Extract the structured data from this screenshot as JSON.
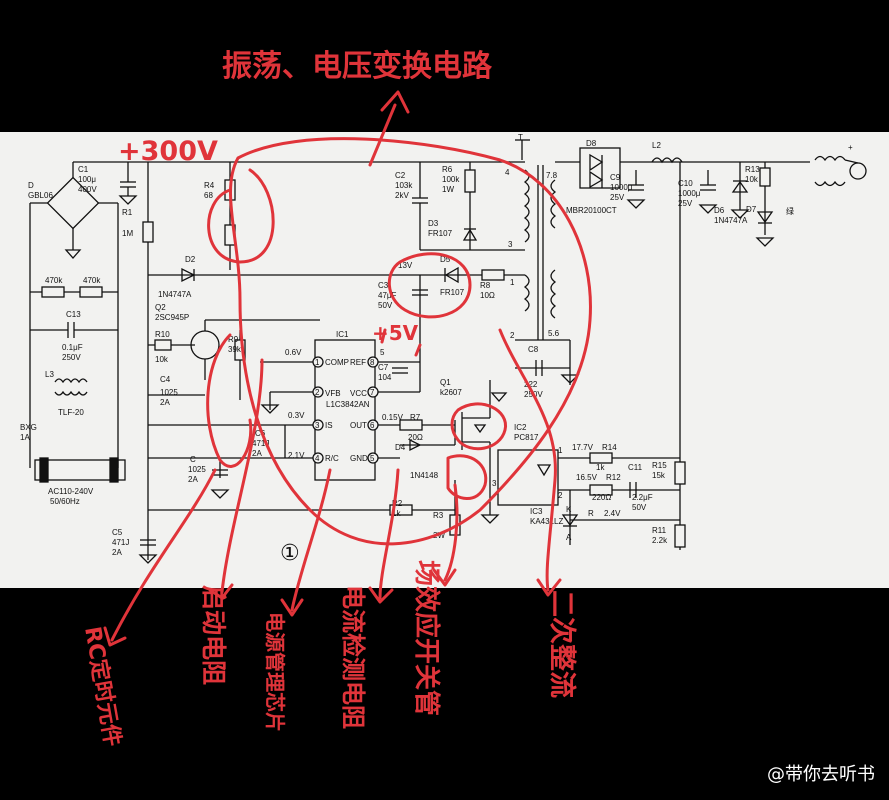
{
  "annotations": {
    "top_title": "振荡、电压变换电路",
    "voltage_300": "+300V",
    "voltage_5": "+5V",
    "circle_1": "①",
    "label_rc": "RC定时元件",
    "label_start": "启动电阻",
    "label_pm": "电源管理芯片",
    "label_cs": "电流检测电阻",
    "label_fet": "场效应开关管",
    "label_rect": "二次整流"
  },
  "components": {
    "D": "D",
    "D_model": "GBL06",
    "C1": "C1",
    "C1_v1": "100μ",
    "C1_v2": "400V",
    "R1": "R1",
    "R1_v": "1M",
    "r470a": "470k",
    "r470b": "470k",
    "C13": "C13",
    "C13_v1": "0.1μF",
    "C13_v2": "250V",
    "L3": "L3",
    "TLF": "TLF-20",
    "BXG": "BXG",
    "BXG_v": "1A",
    "ac1": "AC110-240V",
    "ac2": "50/60Hz",
    "R4": "R4",
    "R4_v": "68",
    "D2": "D2",
    "D2_v": "1N4747A",
    "Q2": "Q2",
    "Q2_v": "2SC945P",
    "R10": "R10",
    "R10_v": "10k",
    "R9": "R9",
    "R9_v": "39k",
    "C4": "C4",
    "C4_v1": "1025",
    "C4_v2": "2A",
    "C6": "C6",
    "C6_v1": "471J",
    "C6_v2": "2A",
    "C_b": "C",
    "C_b_v1": "1025",
    "C_b_v2": "2A",
    "C5": "C5",
    "C5_v1": "471J",
    "C5_v2": "2A",
    "IC1": "IC1",
    "IC1_model": "L1C3842AN",
    "pin_comp": "COMP",
    "pin_ref": "REF",
    "pin_vfb": "VFB",
    "pin_vcc": "VCC",
    "pin_is": "IS",
    "pin_out": "OUT",
    "pin_rc": "R/C",
    "pin_gnd": "GND",
    "p1": "1",
    "p2": "2",
    "p3": "3",
    "p4": "4",
    "p5": "5",
    "p6": "6",
    "p7": "7",
    "p8": "8",
    "v06": "0.6V",
    "v5": "5",
    "v03": "0.3V",
    "v21": "2.1V",
    "v015": "0.15V",
    "v13": "13V",
    "C7": "C7",
    "C7_v": "104",
    "C2": "C2",
    "C2_v1": "103k",
    "C2_v2": "2kV",
    "R6": "R6",
    "R6_v1": "100k",
    "R6_v2": "1W",
    "D3": "D3",
    "D3_v": "FR107",
    "D5": "D5",
    "D5_v": "FR107",
    "C3": "C3",
    "C3_v1": "47μF",
    "C3_v2": "50V",
    "R8": "R8",
    "R8_v": "10Ω",
    "Q1": "Q1",
    "Q1_v": "k2607",
    "R7": "R7",
    "R7_v": "20Ω",
    "D4": "D4",
    "D4_v": "1N4148",
    "R2": "R2",
    "R2_v": "1k",
    "R3": "R3",
    "R3_v": "2W",
    "T": "T",
    "t4": "4",
    "t3": "3",
    "t1": "1",
    "t2": "2",
    "t78": "7.8",
    "t56": "5.6",
    "C8": "C8",
    "C8_v1": "222",
    "C8_v2": "250V",
    "D8": "D8",
    "D8_v": "MBR20100CT",
    "C9": "C9",
    "C9_v1": "1000μ",
    "C9_v2": "25V",
    "L2": "L2",
    "C10": "C10",
    "C10_v1": "1000μ",
    "C10_v2": "25V",
    "D6": "D6",
    "D6_v": "1N4747A",
    "R13": "R13",
    "R13_v": "10k",
    "D7": "D7",
    "D7_v": "绿",
    "IC2": "IC2",
    "IC2_v": "PC817",
    "IC3": "IC3",
    "IC3_v": "KA431LZ",
    "R14": "R14",
    "R14_v1": "17.7V",
    "R14_v2": "1k",
    "R12": "R12",
    "R12_v1": "16.5V",
    "R12_v2": "220Ω",
    "C11": "C11",
    "C11_v1": "2.2μF",
    "C11_v2": "50V",
    "R15": "R15",
    "R15_v": "15k",
    "R11": "R11",
    "R11_v": "2.2k",
    "ic3_k": "K",
    "ic3_a": "A",
    "ic3_r": "R",
    "v24": "2.4V",
    "pc_1": "1",
    "pc_2": "2",
    "pc_3": "3",
    "plus": "+"
  },
  "watermark": "@带你去听书"
}
